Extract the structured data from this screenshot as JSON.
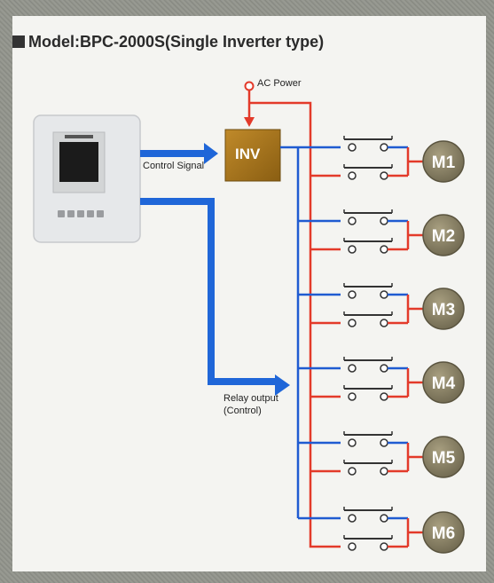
{
  "title": "Model:BPC-2000S(Single Inverter type)",
  "labels": {
    "ac_power": "AC Power",
    "control_signal": "Control Signal",
    "relay_output_1": "Relay output",
    "relay_output_2": "(Control)",
    "inv": "INV"
  },
  "motors": [
    "M1",
    "M2",
    "M3",
    "M4",
    "M5",
    "M6"
  ],
  "colors": {
    "blue_wire": "#1f5bd1",
    "red_wire": "#e33a2a",
    "arrow_blue": "#1f66d8",
    "inv_box": "#a5781f",
    "motor": "#8a8263"
  }
}
